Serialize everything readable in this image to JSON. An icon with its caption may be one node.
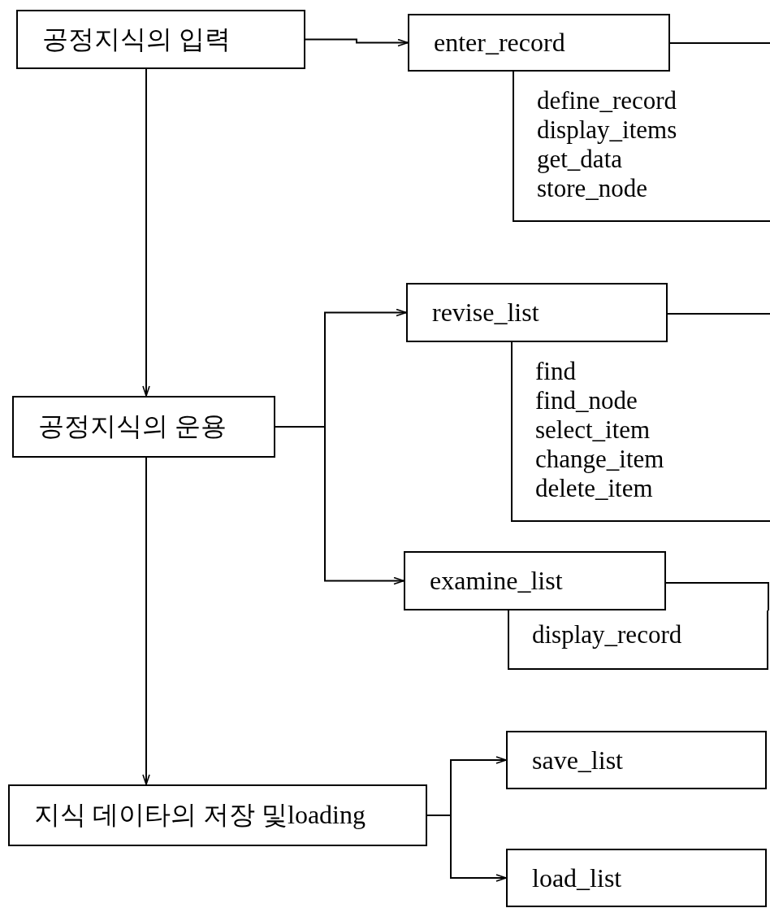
{
  "diagram": {
    "nodes": [
      {
        "text": [
          "공정지식의 입력"
        ]
      },
      {
        "text": [
          "enter_record"
        ]
      },
      {
        "text": [
          "define_record",
          "display_items",
          "get_data",
          "store_node"
        ]
      },
      {
        "text": [
          "공정지식의 운용"
        ]
      },
      {
        "text": [
          "revise_list"
        ]
      },
      {
        "text": [
          "find",
          "find_node",
          "select_item",
          "change_item",
          "delete_item"
        ]
      },
      {
        "text": [
          "examine_list"
        ]
      },
      {
        "text": [
          "display_record"
        ]
      },
      {
        "text": [
          "지식 데이타의 저장 및loading"
        ]
      },
      {
        "text": [
          "save_list"
        ]
      },
      {
        "text": [
          "load_list"
        ]
      }
    ],
    "edges": [
      {
        "from": 0,
        "to": 1,
        "arrow": "to"
      },
      {
        "from": 0,
        "to": 3,
        "arrow": "to"
      },
      {
        "from": 3,
        "to": 4,
        "arrow": "to"
      },
      {
        "from": 3,
        "to": 6,
        "arrow": "to"
      },
      {
        "from": 3,
        "to": 8,
        "arrow": "to"
      },
      {
        "from": 8,
        "to": 9,
        "arrow": "to"
      },
      {
        "from": 8,
        "to": 10,
        "arrow": "to"
      }
    ]
  }
}
